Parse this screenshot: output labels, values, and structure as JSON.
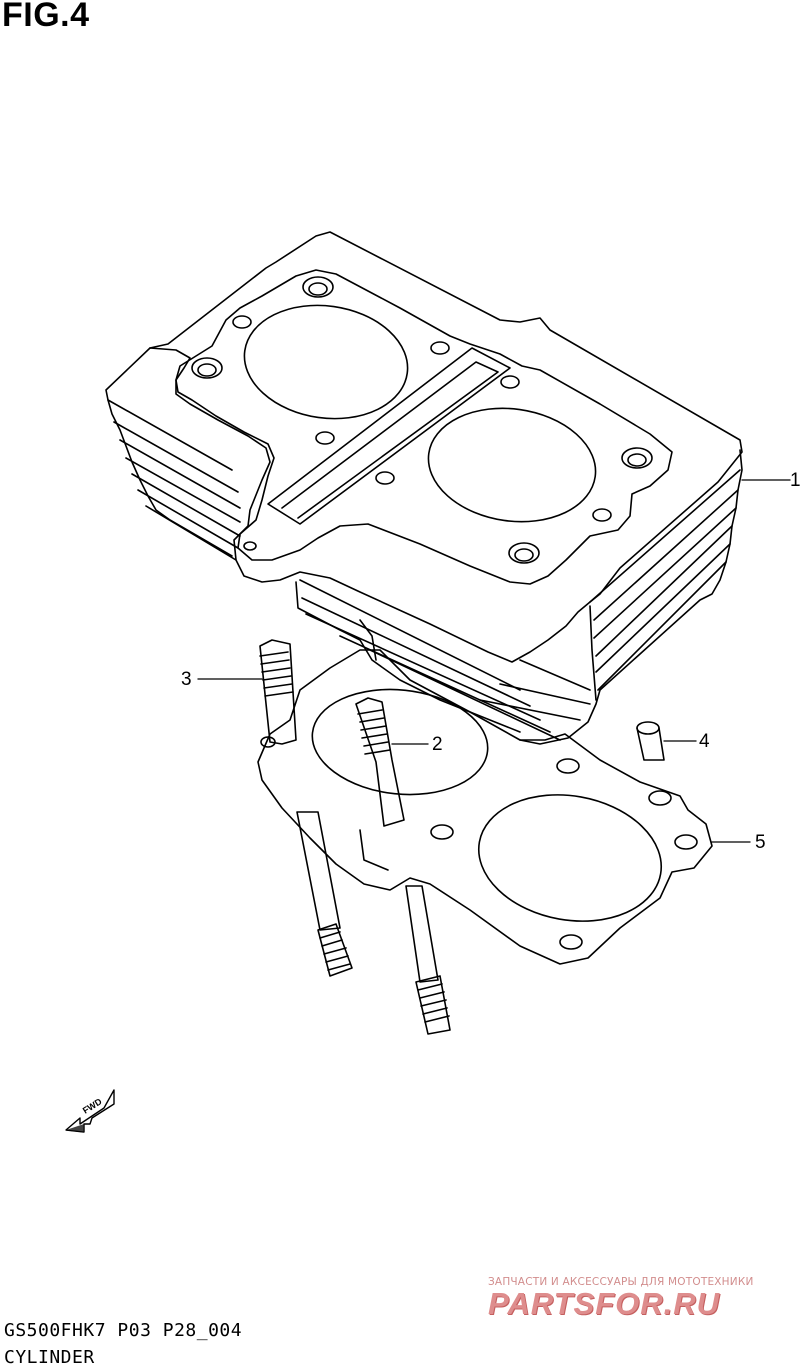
{
  "figure": {
    "title": "FIG.4"
  },
  "callouts": {
    "cylinder": "1",
    "stud_short": "2",
    "stud_long": "3",
    "dowel_pin": "4",
    "gasket": "5"
  },
  "fwd_label": "FWD",
  "footer": {
    "model_codes": [
      "GS500FHK7",
      "P03",
      "P28_004"
    ],
    "part_name": "CYLINDER"
  },
  "watermark": {
    "tagline": "ЗАПЧАСТИ И АКСЕССУАРЫ ДЛЯ МОТОТЕХНИКИ",
    "brand": "PARTSFOR.RU",
    "color": "#d97a7a"
  },
  "icons": [
    "fwd-arrow-icon"
  ]
}
